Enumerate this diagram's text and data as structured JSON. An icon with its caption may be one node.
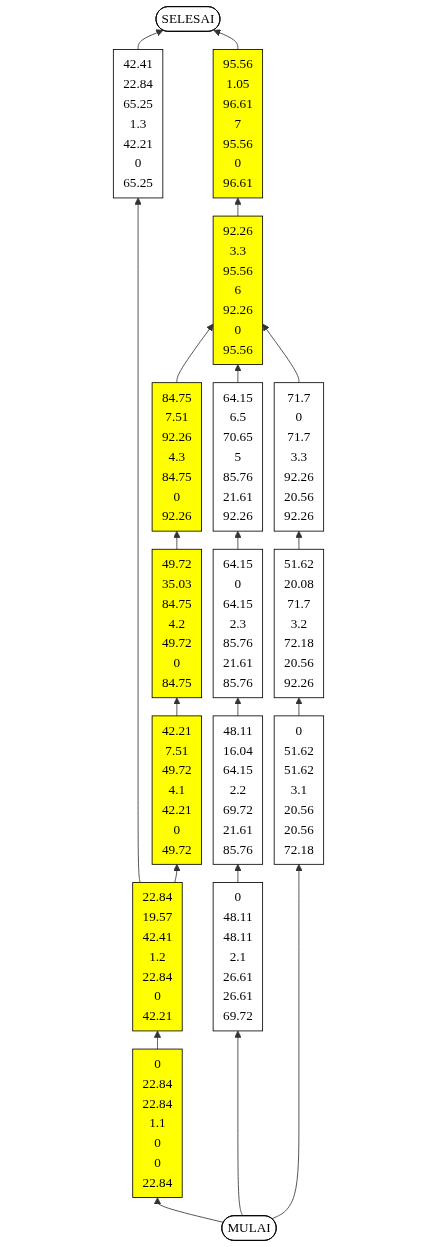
{
  "diagram": {
    "nodes": [
      {
        "text": [
          "MULAI"
        ]
      },
      {
        "text": [
          "0",
          "22.84",
          "22.84",
          "1.1",
          "0",
          "0",
          "22.84"
        ]
      },
      {
        "text": [
          "22.84",
          "19.57",
          "42.41",
          "1.2",
          "22.84",
          "0",
          "42.21"
        ]
      },
      {
        "text": [
          "42.41",
          "22.84",
          "65.25",
          "1.3",
          "42.21",
          "0",
          "65.25"
        ]
      },
      {
        "text": [
          "42.21",
          "7.51",
          "49.72",
          "4.1",
          "42.21",
          "0",
          "49.72"
        ]
      },
      {
        "text": [
          "49.72",
          "35.03",
          "84.75",
          "4.2",
          "49.72",
          "0",
          "84.75"
        ]
      },
      {
        "text": [
          "84.75",
          "7.51",
          "92.26",
          "4.3",
          "84.75",
          "0",
          "92.26"
        ]
      },
      {
        "text": [
          "0",
          "48.11",
          "48.11",
          "2.1",
          "26.61",
          "26.61",
          "69.72"
        ]
      },
      {
        "text": [
          "48.11",
          "16.04",
          "64.15",
          "2.2",
          "69.72",
          "21.61",
          "85.76"
        ]
      },
      {
        "text": [
          "64.15",
          "0",
          "64.15",
          "2.3",
          "85.76",
          "21.61",
          "85.76"
        ]
      },
      {
        "text": [
          "64.15",
          "6.5",
          "70.65",
          "5",
          "85.76",
          "21.61",
          "92.26"
        ]
      },
      {
        "text": [
          "0",
          "51.62",
          "51.62",
          "3.1",
          "20.56",
          "20.56",
          "72.18"
        ]
      },
      {
        "text": [
          "51.62",
          "20.08",
          "71.7",
          "3.2",
          "72.18",
          "20.56",
          "92.26"
        ]
      },
      {
        "text": [
          "71.7",
          "0",
          "71.7",
          "3.3",
          "92.26",
          "20.56",
          "92.26"
        ]
      },
      {
        "text": [
          "92.26",
          "3.3",
          "95.56",
          "6",
          "92.26",
          "0",
          "95.56"
        ]
      },
      {
        "text": [
          "95.56",
          "1.05",
          "96.61",
          "7",
          "95.56",
          "0",
          "96.61"
        ]
      },
      {
        "text": [
          "SELESAI"
        ]
      }
    ],
    "edges": [
      {
        "from": 0,
        "to": 1,
        "arrow": "to"
      },
      {
        "from": 0,
        "to": 7,
        "arrow": "to"
      },
      {
        "from": 0,
        "to": 11,
        "arrow": "to"
      },
      {
        "from": 1,
        "to": 2,
        "arrow": "to"
      },
      {
        "from": 2,
        "to": 3,
        "arrow": "to"
      },
      {
        "from": 2,
        "to": 4,
        "arrow": "to"
      },
      {
        "from": 4,
        "to": 5,
        "arrow": "to"
      },
      {
        "from": 5,
        "to": 6,
        "arrow": "to"
      },
      {
        "from": 3,
        "to": 16,
        "arrow": "to"
      },
      {
        "from": 6,
        "to": 14,
        "arrow": "to"
      },
      {
        "from": 7,
        "to": 8,
        "arrow": "to"
      },
      {
        "from": 8,
        "to": 9,
        "arrow": "to"
      },
      {
        "from": 9,
        "to": 10,
        "arrow": "to"
      },
      {
        "from": 10,
        "to": 14,
        "arrow": "to"
      },
      {
        "from": 11,
        "to": 12,
        "arrow": "to"
      },
      {
        "from": 12,
        "to": 13,
        "arrow": "to"
      },
      {
        "from": 13,
        "to": 14,
        "arrow": "to"
      },
      {
        "from": 14,
        "to": 15,
        "arrow": "to"
      },
      {
        "from": 15,
        "to": 16,
        "arrow": "to"
      }
    ]
  }
}
